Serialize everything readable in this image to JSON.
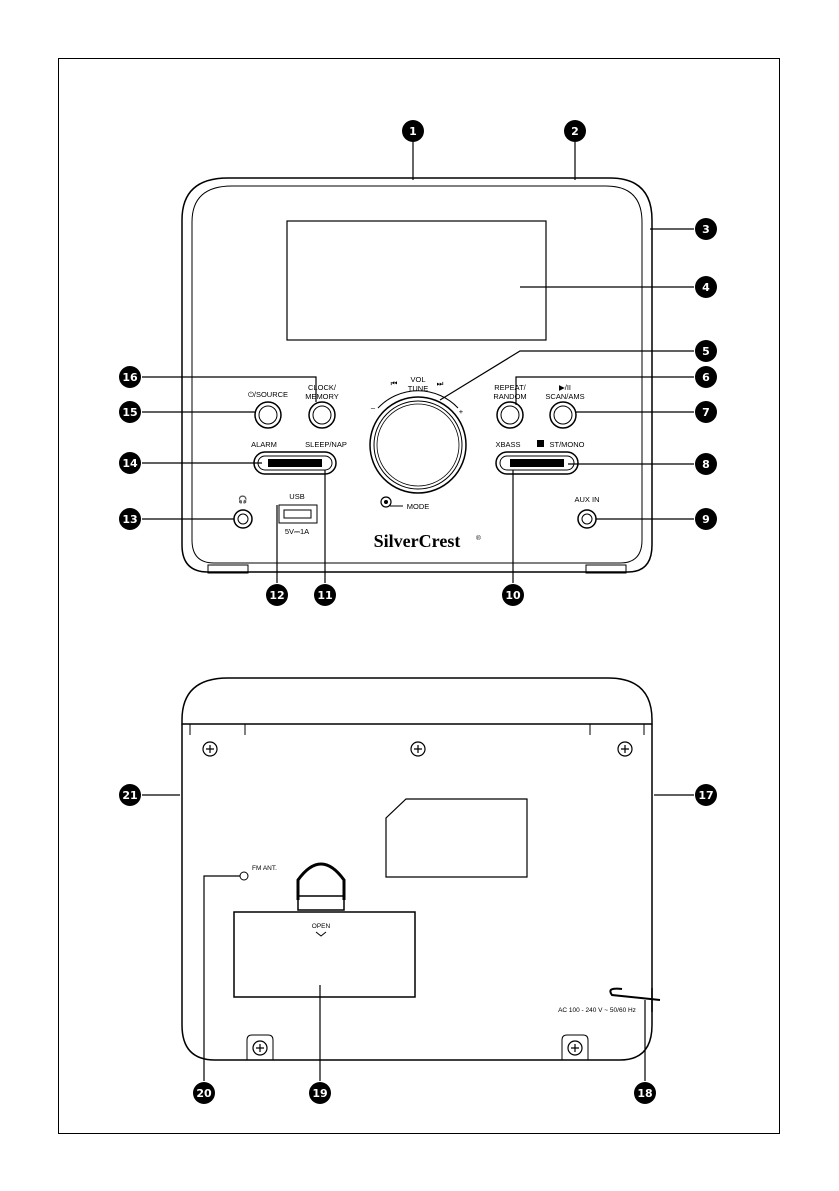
{
  "front": {
    "brand": "SilverCrest",
    "brand_mark": "®",
    "labels": {
      "source": "⏻/SOURCE",
      "clock_memory_1": "CLOCK/",
      "clock_memory_2": "MEMORY",
      "vol_prev": "⏮",
      "vol_next": "⏭",
      "vol": "VOL",
      "tune": "TUNE",
      "minus": "–",
      "plus": "+",
      "repeat_1": "REPEAT/",
      "repeat_2": "RANDOM",
      "play_pause": "▶/II",
      "scan_ams": "SCAN/AMS",
      "alarm": "ALARM",
      "sleep_nap": "SLEEP/NAP",
      "xbass": "XBASS",
      "st_mono": "ST/MONO",
      "mode": "MODE",
      "usb": "USB",
      "usb_rating": "5V⎓1A",
      "aux_in": "AUX IN",
      "headphone": "🎧"
    }
  },
  "back": {
    "labels": {
      "fm_ant": "FM ANT.",
      "open": "OPEN",
      "power": "AC 100 - 240 V ~ 50/60 Hz"
    }
  },
  "callouts": [
    "1",
    "2",
    "3",
    "4",
    "5",
    "6",
    "7",
    "8",
    "9",
    "10",
    "11",
    "12",
    "13",
    "14",
    "15",
    "16",
    "17",
    "18",
    "19",
    "20",
    "21"
  ]
}
